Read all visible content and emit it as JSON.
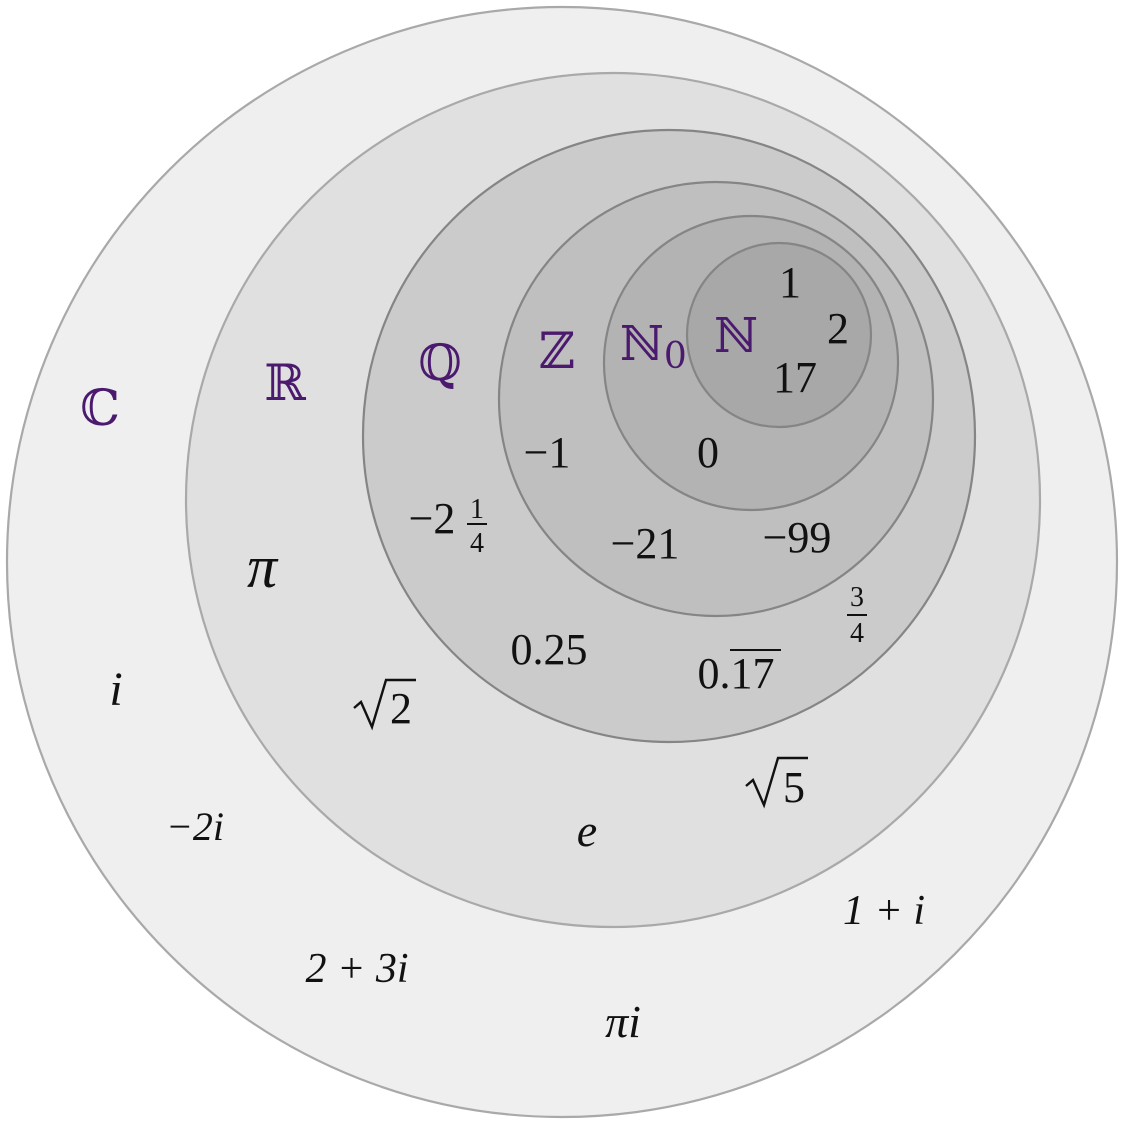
{
  "colors": {
    "label": "#4b1a6e",
    "text": "#111111",
    "C_fill": "#efefef",
    "R_fill": "#e0e0e0",
    "Q_fill": "#cbcbcb",
    "Z_fill": "#bfbfbf",
    "N0_fill": "#b3b3b3",
    "N_fill": "#a8a8a8",
    "stroke_outer": "#a9a9a9",
    "stroke_inner": "#858585"
  },
  "sets": [
    {
      "id": "C",
      "label": "ℂ"
    },
    {
      "id": "R",
      "label": "ℝ"
    },
    {
      "id": "Q",
      "label": "ℚ"
    },
    {
      "id": "Z",
      "label": "ℤ"
    },
    {
      "id": "N0",
      "label": "ℕ",
      "subscript": "0"
    },
    {
      "id": "N",
      "label": "ℕ"
    }
  ],
  "members": {
    "N": [
      "1",
      "2",
      "17"
    ],
    "N0": [
      "0"
    ],
    "Z": [
      "−1",
      "−21",
      "−99"
    ],
    "Q": {
      "mixed": {
        "whole": "−2",
        "numerator": "1",
        "denominator": "4"
      },
      "fraction": {
        "numerator": "3",
        "denominator": "4"
      },
      "decimal": "0.25",
      "repeating": {
        "prefix": "0.",
        "repetend": "17"
      }
    },
    "R": {
      "pi": "π",
      "e": "e",
      "roots": [
        "2",
        "5"
      ]
    },
    "C": [
      "i",
      "−2i",
      "2 + 3i",
      "πi",
      "1 + i"
    ]
  }
}
